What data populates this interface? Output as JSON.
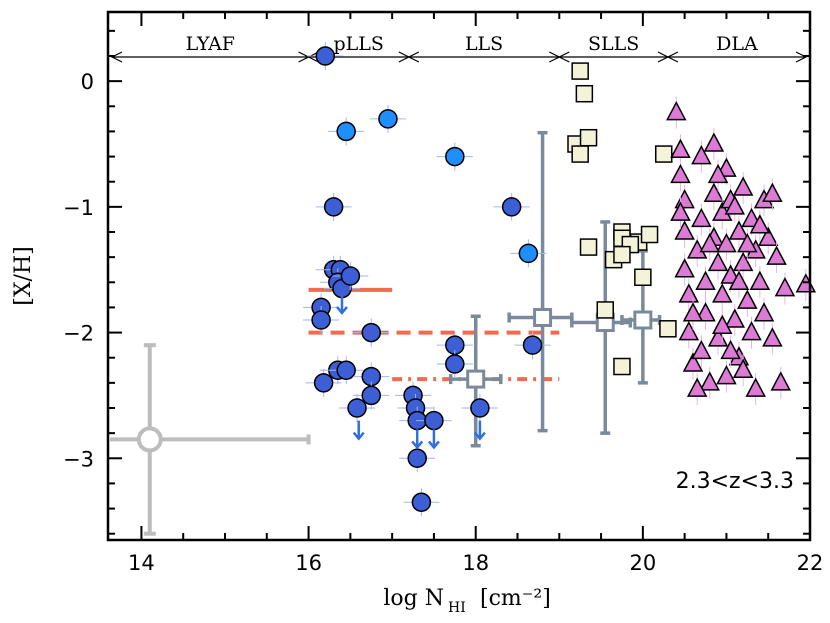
{
  "chart_data": {
    "type": "scatter",
    "xlabel": "log N",
    "xlabel_sub": "HI",
    "xlabel_unit": "[cm⁻²]",
    "ylabel": "[X/H]",
    "annotation": "2.3<z<3.3",
    "xlim": [
      13.6,
      22.0
    ],
    "ylim": [
      -3.65,
      0.55
    ],
    "xticks": [
      14,
      16,
      18,
      20,
      22
    ],
    "yticks": [
      0,
      -1,
      -2,
      -3
    ],
    "xtick_labels": [
      "14",
      "16",
      "18",
      "20",
      "22"
    ],
    "ytick_labels": [
      "0",
      "−1",
      "−2",
      "−3"
    ],
    "colors": {
      "axis": "#000000",
      "plls_dark": "#3d5fd6",
      "plls_light": "#1f8fff",
      "upper_limit_arrow": "#2f6fe0",
      "slls": "#f5f3d7",
      "dla": "#dd7ad6",
      "median": "#7a8a9c",
      "lyaf": "#bdbdbd",
      "hline": "#f26b4f"
    },
    "regions": [
      {
        "label": "LYAF",
        "x0": 13.6,
        "x1": 16.0
      },
      {
        "label": "pLLS",
        "x0": 16.0,
        "x1": 17.2
      },
      {
        "label": "LLS",
        "x0": 17.2,
        "x1": 19.0
      },
      {
        "label": "SLLS",
        "x0": 19.0,
        "x1": 20.3
      },
      {
        "label": "DLA",
        "x0": 20.3,
        "x1": 22.0
      }
    ],
    "series": [
      {
        "id": "plls_lls_dark",
        "marker": "circle",
        "points": [
          [
            16.2,
            0.2
          ],
          [
            16.3,
            -1.0
          ],
          [
            16.3,
            -1.5
          ],
          [
            16.38,
            -1.5
          ],
          [
            16.35,
            -1.6
          ],
          [
            16.4,
            -1.65
          ],
          [
            16.5,
            -1.55
          ],
          [
            16.15,
            -1.8
          ],
          [
            16.15,
            -1.9
          ],
          [
            16.75,
            -2.0
          ],
          [
            16.35,
            -2.3
          ],
          [
            16.45,
            -2.3
          ],
          [
            16.18,
            -2.4
          ],
          [
            16.75,
            -2.35
          ],
          [
            16.75,
            -2.5
          ],
          [
            16.58,
            -2.6
          ],
          [
            17.25,
            -2.5
          ],
          [
            17.28,
            -2.6
          ],
          [
            17.3,
            -2.7
          ],
          [
            17.5,
            -2.7
          ],
          [
            17.3,
            -3.0
          ],
          [
            17.35,
            -3.35
          ],
          [
            17.75,
            -2.1
          ],
          [
            17.75,
            -2.25
          ],
          [
            18.05,
            -2.6
          ],
          [
            18.43,
            -1.0
          ],
          [
            18.68,
            -2.1
          ]
        ]
      },
      {
        "id": "plls_lls_light",
        "marker": "circle",
        "points": [
          [
            16.45,
            -0.4
          ],
          [
            16.95,
            -0.3
          ],
          [
            17.75,
            -0.6
          ],
          [
            18.63,
            -1.37
          ]
        ]
      },
      {
        "id": "upper_limits",
        "marker": "arrow-down",
        "points": [
          [
            16.4,
            -1.78
          ],
          [
            16.6,
            -2.78
          ],
          [
            17.3,
            -2.85
          ],
          [
            17.5,
            -2.85
          ],
          [
            18.05,
            -2.78
          ]
        ]
      },
      {
        "id": "slls",
        "marker": "square",
        "points": [
          [
            19.25,
            0.08
          ],
          [
            19.3,
            -0.1
          ],
          [
            19.2,
            -0.5
          ],
          [
            19.35,
            -0.45
          ],
          [
            19.25,
            -0.58
          ],
          [
            19.35,
            -1.32
          ],
          [
            19.75,
            -1.2
          ],
          [
            19.75,
            -1.25
          ],
          [
            19.95,
            -1.28
          ],
          [
            20.08,
            -1.22
          ],
          [
            19.85,
            -1.3
          ],
          [
            19.65,
            -1.42
          ],
          [
            19.75,
            -1.38
          ],
          [
            20.0,
            -1.56
          ],
          [
            19.55,
            -1.82
          ],
          [
            19.75,
            -2.27
          ],
          [
            20.25,
            -0.58
          ],
          [
            20.3,
            -1.97
          ]
        ]
      },
      {
        "id": "dla",
        "marker": "triangle",
        "points": [
          [
            20.4,
            -0.25
          ],
          [
            20.45,
            -0.55
          ],
          [
            20.45,
            -0.75
          ],
          [
            20.5,
            -0.95
          ],
          [
            20.5,
            -1.2
          ],
          [
            20.5,
            -1.5
          ],
          [
            20.55,
            -1.7
          ],
          [
            20.55,
            -2.0
          ],
          [
            20.6,
            -2.25
          ],
          [
            20.65,
            -1.35
          ],
          [
            20.7,
            -0.6
          ],
          [
            20.7,
            -1.1
          ],
          [
            20.75,
            -1.6
          ],
          [
            20.75,
            -1.85
          ],
          [
            20.8,
            -2.4
          ],
          [
            20.85,
            -0.5
          ],
          [
            20.85,
            -0.9
          ],
          [
            20.85,
            -1.25
          ],
          [
            20.9,
            -1.45
          ],
          [
            20.9,
            -2.05
          ],
          [
            20.95,
            -1.05
          ],
          [
            20.95,
            -1.7
          ],
          [
            21.0,
            -0.7
          ],
          [
            21.0,
            -1.3
          ],
          [
            21.0,
            -2.35
          ],
          [
            21.05,
            -0.95
          ],
          [
            21.05,
            -1.55
          ],
          [
            21.1,
            -1.0
          ],
          [
            21.1,
            -1.9
          ],
          [
            21.15,
            -1.2
          ],
          [
            21.15,
            -2.2
          ],
          [
            21.2,
            -0.85
          ],
          [
            21.2,
            -1.45
          ],
          [
            21.25,
            -1.75
          ],
          [
            21.3,
            -1.1
          ],
          [
            21.3,
            -2.0
          ],
          [
            21.35,
            -1.35
          ],
          [
            21.4,
            -1.6
          ],
          [
            21.45,
            -0.95
          ],
          [
            21.45,
            -1.85
          ],
          [
            21.5,
            -1.25
          ],
          [
            21.55,
            -2.05
          ],
          [
            21.6,
            -1.4
          ],
          [
            21.65,
            -2.4
          ],
          [
            21.35,
            -2.45
          ],
          [
            20.7,
            -2.15
          ],
          [
            20.9,
            -0.75
          ],
          [
            21.15,
            -1.6
          ],
          [
            21.25,
            -1.3
          ],
          [
            20.6,
            -1.85
          ],
          [
            20.8,
            -1.3
          ],
          [
            20.95,
            -1.95
          ],
          [
            21.55,
            -0.9
          ],
          [
            20.45,
            -1.05
          ],
          [
            21.05,
            -2.15
          ],
          [
            21.7,
            -1.65
          ],
          [
            21.95,
            -1.62
          ],
          [
            21.4,
            -1.15
          ],
          [
            21.2,
            -2.3
          ],
          [
            20.65,
            -2.45
          ]
        ]
      }
    ],
    "medians": [
      {
        "x": 18.0,
        "y": -2.37,
        "xerr": [
          17.7,
          18.3
        ],
        "yerr": [
          -2.9,
          -1.87
        ]
      },
      {
        "x": 18.8,
        "y": -1.88,
        "xerr": [
          18.4,
          19.15
        ],
        "yerr": [
          -2.78,
          -0.41
        ]
      },
      {
        "x": 19.55,
        "y": -1.92,
        "xerr": [
          19.15,
          19.85
        ],
        "yerr": [
          -2.8,
          -1.12
        ]
      },
      {
        "x": 20.0,
        "y": -1.9,
        "xerr": [
          19.75,
          20.2
        ],
        "yerr": [
          -2.4,
          -1.35
        ]
      }
    ],
    "lyaf_point": {
      "x": 14.1,
      "y": -2.85,
      "xerr": [
        13.6,
        16.0
      ],
      "yerr": [
        -3.6,
        -2.1
      ]
    },
    "hlines": [
      {
        "style": "solid",
        "x0": 16.0,
        "x1": 17.0,
        "y": -1.66
      },
      {
        "style": "dashed",
        "x0": 16.0,
        "x1": 19.0,
        "y": -2.0
      },
      {
        "style": "dotted",
        "x0": 17.0,
        "x1": 19.0,
        "y": -2.37
      }
    ]
  }
}
